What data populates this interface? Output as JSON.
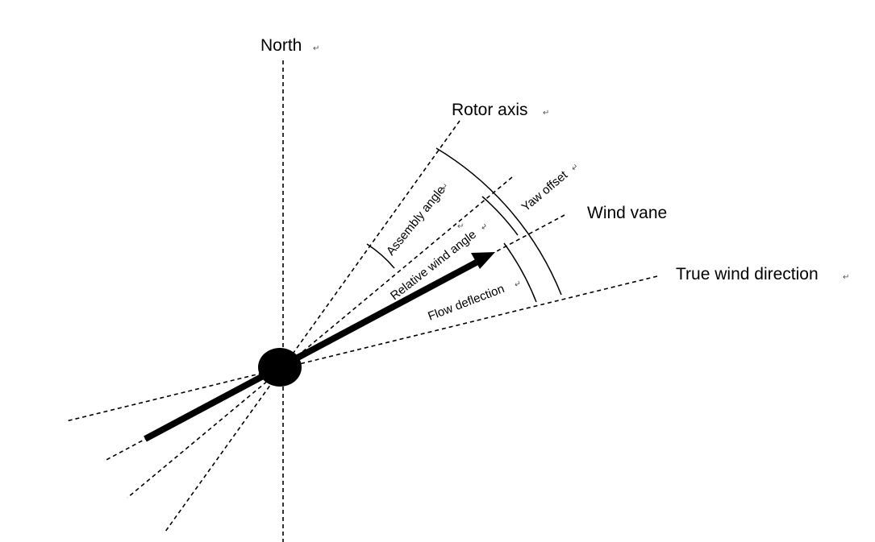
{
  "diagram": {
    "labels": {
      "north": "North",
      "rotor_axis": "Rotor axis",
      "wind_vane": "Wind vane",
      "true_wind_direction": "True wind direction"
    },
    "angles": {
      "assembly_angle": "Assembly angle",
      "relative_wind_angle": "Relative wind angle",
      "yaw_offset": "Yaw offset",
      "flow_deflection": "Flow deflection"
    },
    "paragraph_mark": "↵",
    "colors": {
      "ink": "#000000",
      "background": "#ffffff"
    }
  }
}
